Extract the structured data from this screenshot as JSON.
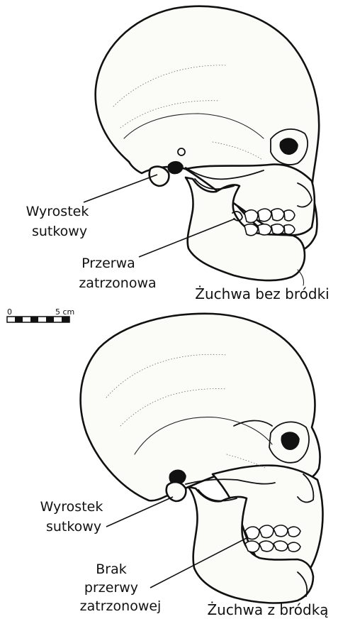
{
  "top_skull": {
    "label_mastoid": [
      "Wyrostek",
      "sutkowy"
    ],
    "label_gap": [
      "Przerwa",
      "zatrzonowa"
    ],
    "label_jaw": "Żuchwa bez bródki"
  },
  "scale_bar": {
    "start": "0",
    "end": "5 cm"
  },
  "bottom_skull": {
    "label_mastoid": [
      "Wyrostek",
      "sutkowy"
    ],
    "label_gap": [
      "Brak",
      "przerwy",
      "zatrzonowej"
    ],
    "label_jaw": "Żuchwa z bródką"
  },
  "colors": {
    "ink": "#111111",
    "background": "#ffffff"
  }
}
